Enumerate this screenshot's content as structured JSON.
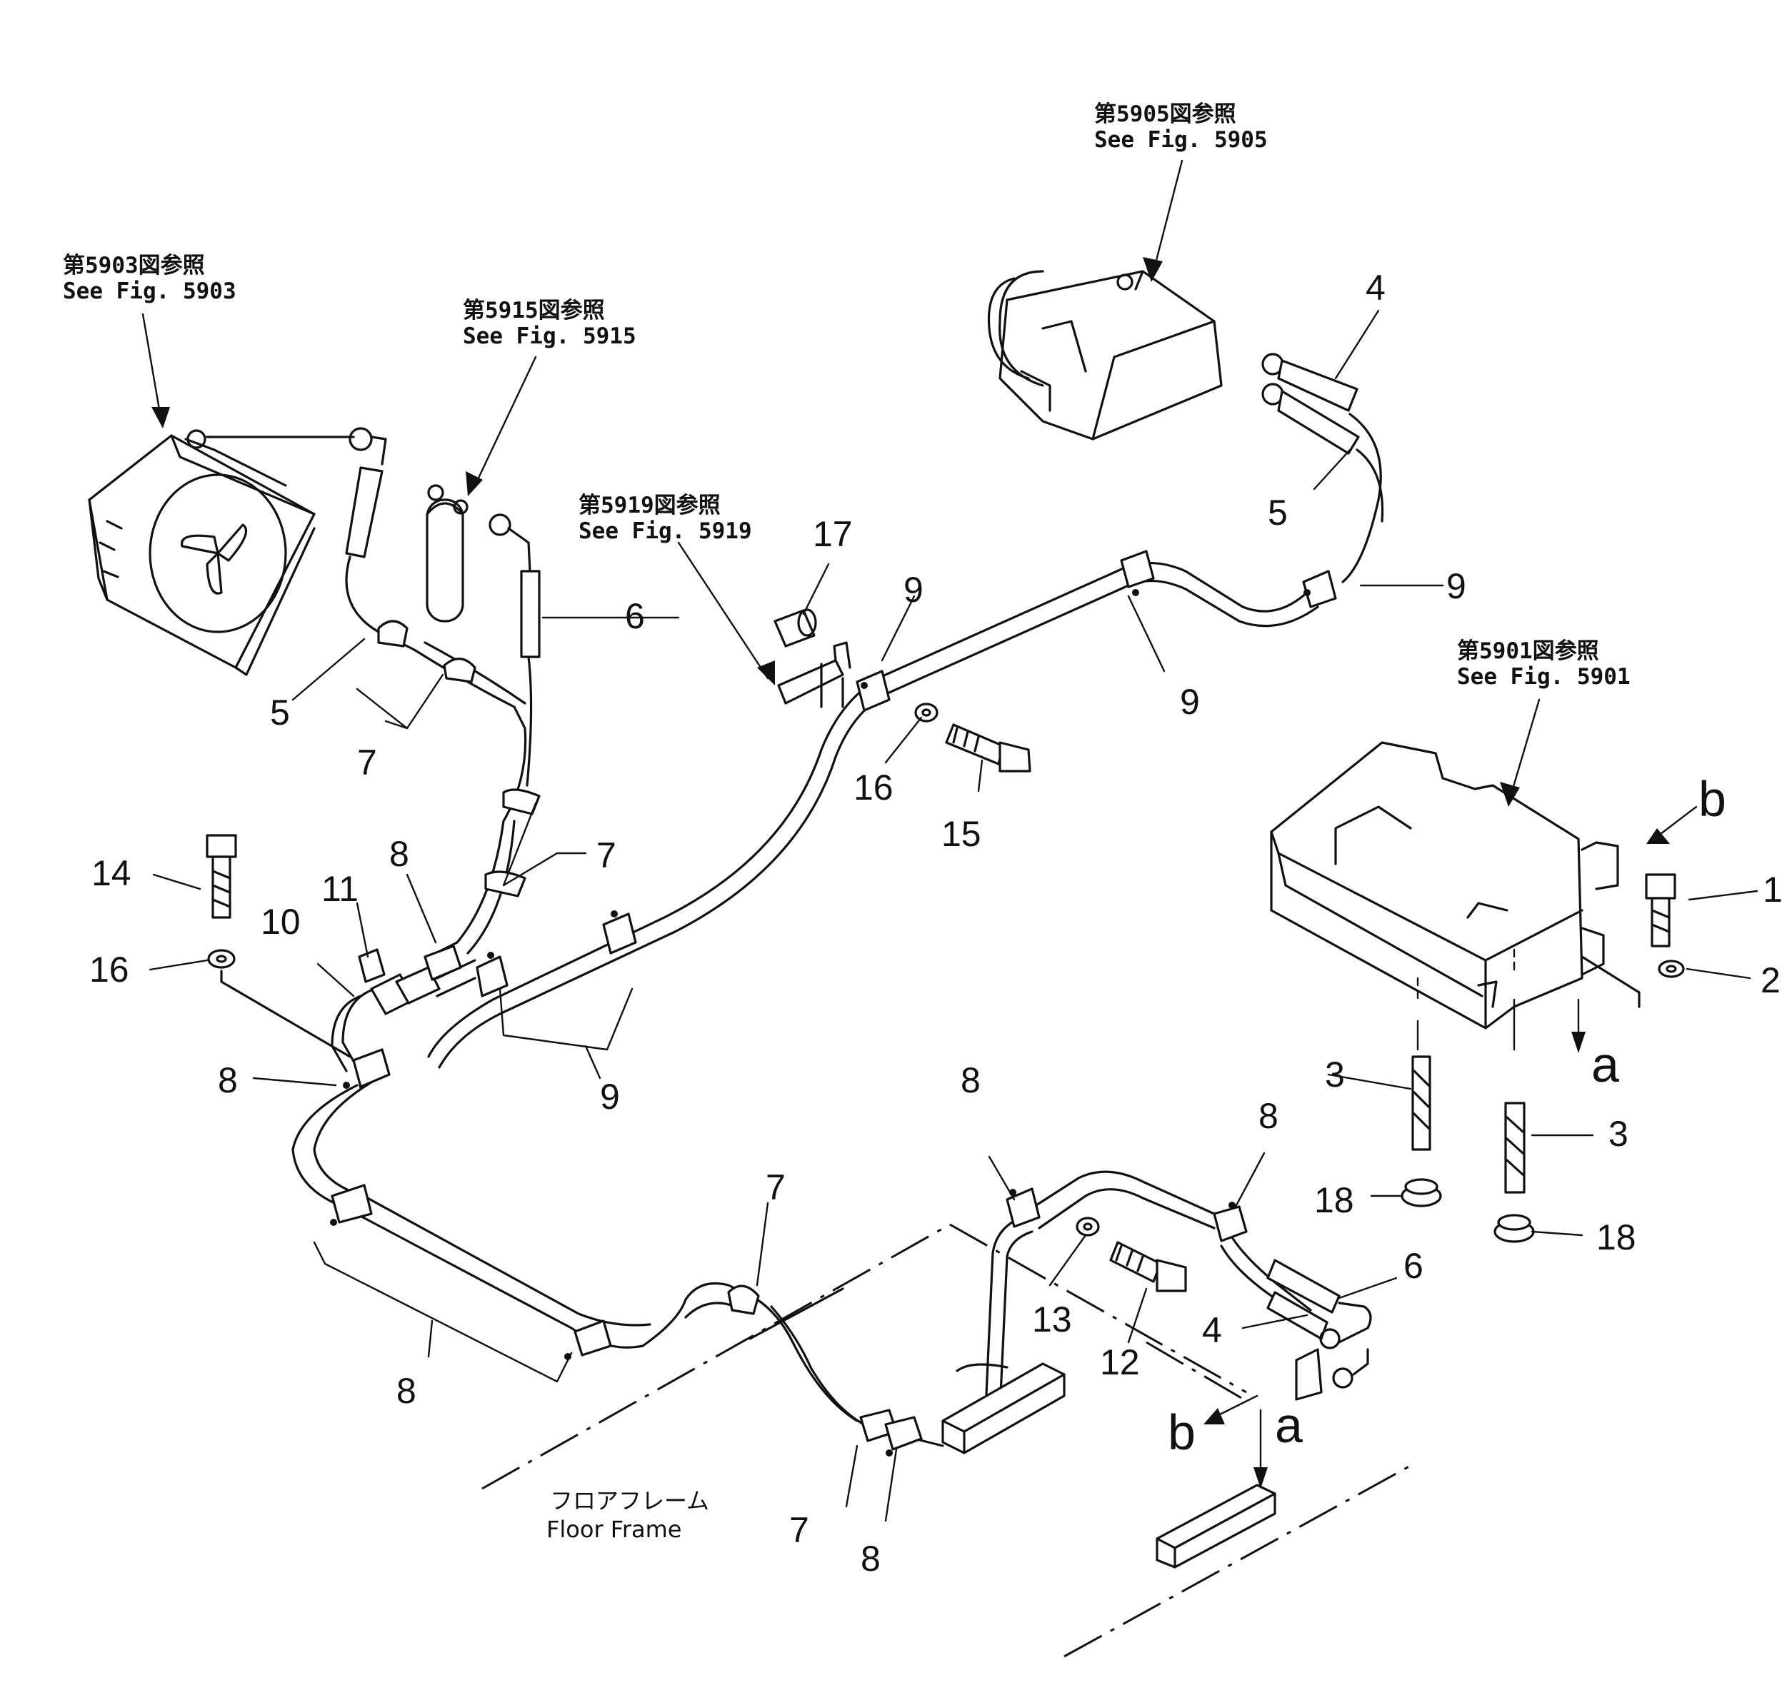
{
  "references": {
    "fig5903_jp": "第5903図参照",
    "fig5903_en": "See  Fig.  5903",
    "fig5915_jp": "第5915図参照",
    "fig5915_en": "See  Fig.  5915",
    "fig5905_jp": "第5905図参照",
    "fig5905_en": "See  Fig.  5905",
    "fig5919_jp": "第5919図参照",
    "fig5919_en": "See  Fig.  5919",
    "fig5901_jp": "第5901図参照",
    "fig5901_en": "See  Fig.  5901"
  },
  "floor_frame": {
    "jp": "フロアフレーム",
    "en": "Floor  Frame"
  },
  "view_markers": {
    "a": "a",
    "b": "b"
  },
  "part_numbers": {
    "p1": "1",
    "p2": "2",
    "p3": "3",
    "p4": "4",
    "p5": "5",
    "p6": "6",
    "p7": "7",
    "p8": "8",
    "p9": "9",
    "p10": "10",
    "p11": "11",
    "p12": "12",
    "p13": "13",
    "p14": "14",
    "p15": "15",
    "p16": "16",
    "p17": "17",
    "p18": "18"
  }
}
